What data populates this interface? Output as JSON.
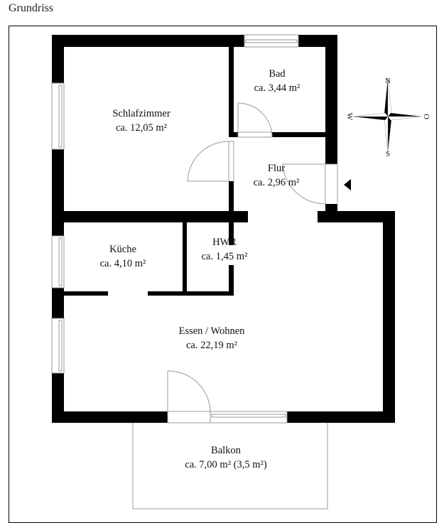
{
  "title": "Grundriss",
  "rooms": [
    {
      "name": "Schlafzimmer",
      "area": "ca. 12,05 m²"
    },
    {
      "name": "Bad",
      "area": "ca. 3,44 m²"
    },
    {
      "name": "Flur",
      "area": "ca. 2,96 m²"
    },
    {
      "name": "Küche",
      "area": "ca. 4,10 m²"
    },
    {
      "name": "HWR",
      "area": "ca. 1,45 m²"
    },
    {
      "name": "Essen / Wohnen",
      "area": "ca. 22,19 m²"
    },
    {
      "name": "Balkon",
      "area": "ca. 7,00 m² (3,5 m²)"
    }
  ],
  "compass": {
    "north": "N",
    "south": "S",
    "west": "W",
    "east": "O"
  },
  "colors": {
    "wall": "#000000",
    "line": "#999999"
  }
}
